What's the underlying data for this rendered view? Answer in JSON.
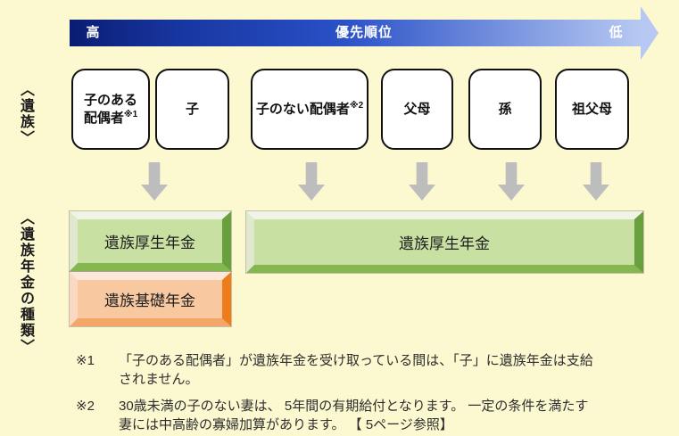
{
  "priority_bar": {
    "high": "高",
    "title": "優先順位",
    "low": "低"
  },
  "bereaved": {
    "side_label": "〈遺族〉",
    "boxes": [
      {
        "line1": "子のある",
        "line2": "配偶者",
        "sup": "※1"
      },
      {
        "label": "子"
      },
      {
        "label": "子のない配偶者",
        "sup": "※2"
      },
      {
        "label": "父母"
      },
      {
        "label": "孫"
      },
      {
        "label": "祖父母"
      }
    ]
  },
  "pension_types": {
    "side_label": "〈遺族年金の種類〉",
    "kosei_left": "遺族厚生年金",
    "kiso": "遺族基礎年金",
    "kosei_wide": "遺族厚生年金"
  },
  "footnotes": [
    {
      "marker": "※1",
      "line1": "「子のある配偶者」が遺族年金を受け取っている間は、「子」に遺族年金は支給",
      "line2": "されません。"
    },
    {
      "marker": "※2",
      "line1": "30歳未満の子のない妻は、 5年間の有期給付となります。 一定の条件を満たす",
      "line2": "妻には中高齢の寡婦加算があります。 【 5ページ参照】"
    }
  ],
  "colors": {
    "background": "#fcf8d0",
    "bar_gradient_start": "#0a1c72",
    "bar_gradient_mid": "#2a51c8",
    "bar_gradient_end": "#b7c8f2",
    "gray_arrow": "#bdbdbd",
    "green_fill": "#c8e1a3",
    "green_edge": "#68a03d",
    "orange_fill": "#f8c9a0",
    "orange_edge": "#ee7c1a",
    "box_border": "#111111"
  }
}
